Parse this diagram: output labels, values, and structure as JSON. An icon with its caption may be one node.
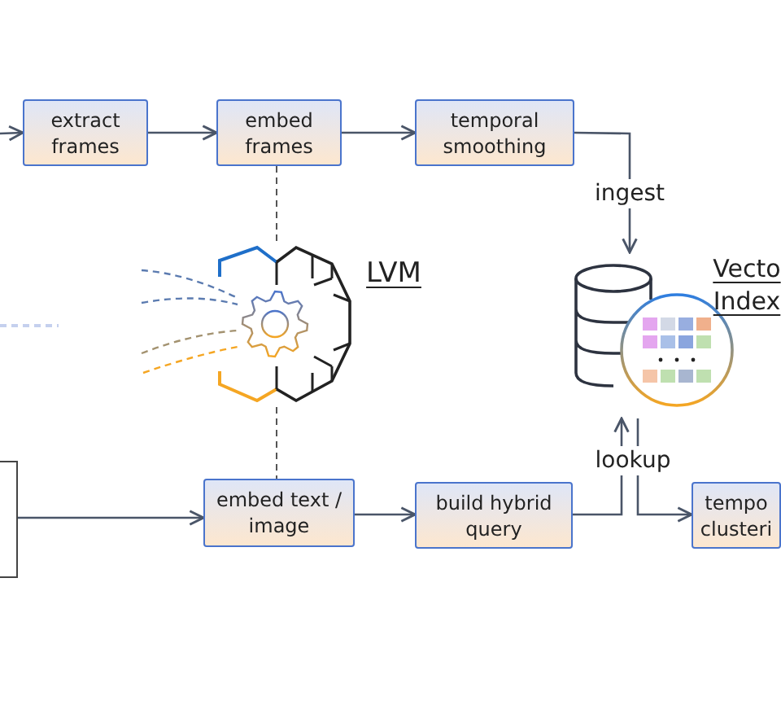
{
  "diagram": {
    "nodes": [
      {
        "text": [
          "extract frames"
        ]
      },
      {
        "text": [
          "embed frames"
        ]
      },
      {
        "text": [
          "temporal smoothing"
        ]
      },
      {
        "text": [
          "LVM"
        ]
      },
      {
        "text": [
          "Vecto Index"
        ]
      },
      {
        "text": [],
        "shape": "box"
      },
      {
        "text": [
          "embed text / image"
        ]
      },
      {
        "text": [
          "build hybrid query"
        ]
      },
      {
        "text": [
          "tempo clusteri"
        ]
      }
    ],
    "edges": [
      {
        "from": null,
        "to": 0,
        "arrow": "to"
      },
      {
        "from": 0,
        "to": 1,
        "arrow": "to"
      },
      {
        "from": 1,
        "to": 2,
        "arrow": "to"
      },
      {
        "from": 2,
        "to": 4,
        "arrow": "to",
        "label": "ingest"
      },
      {
        "from": 1,
        "to": 3,
        "arrow": "none",
        "style": "dashed"
      },
      {
        "from": 3,
        "to": 6,
        "arrow": "none",
        "style": "dashed"
      },
      {
        "from": 5,
        "to": 6,
        "arrow": "to"
      },
      {
        "from": 6,
        "to": 7,
        "arrow": "to"
      },
      {
        "from": 7,
        "to": 4,
        "arrow": "to",
        "label": "lookup"
      },
      {
        "from": 4,
        "to": 8,
        "arrow": "to"
      }
    ]
  }
}
